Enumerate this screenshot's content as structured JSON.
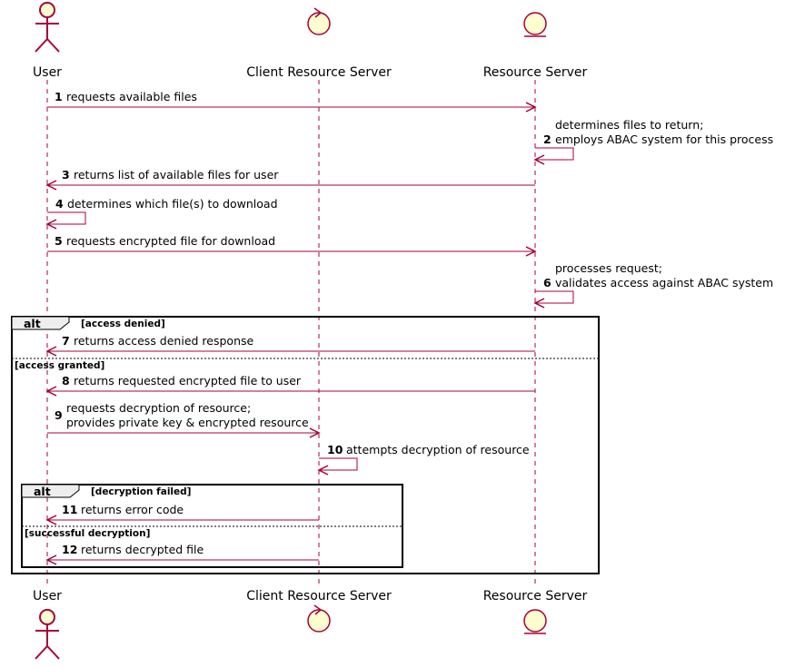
{
  "colors": {
    "line": "#A80036",
    "participant_fill": "#FEFECE",
    "frame": "#000000",
    "text": "#000000"
  },
  "participants": [
    {
      "id": "user",
      "label": "User",
      "kind": "actor",
      "icon": "actor-icon"
    },
    {
      "id": "crs",
      "label": "Client Resource Server",
      "kind": "control",
      "icon": "control-icon"
    },
    {
      "id": "rs",
      "label": "Resource Server",
      "kind": "entity",
      "icon": "entity-icon"
    }
  ],
  "messages": [
    {
      "num": "1",
      "from": "user",
      "to": "rs",
      "lines": [
        "requests available files"
      ]
    },
    {
      "num": "2",
      "from": "rs",
      "to": "rs",
      "lines": [
        "determines files to return;",
        "employs ABAC system for this process"
      ]
    },
    {
      "num": "3",
      "from": "rs",
      "to": "user",
      "lines": [
        "returns list of available files for user"
      ]
    },
    {
      "num": "4",
      "from": "user",
      "to": "user",
      "lines": [
        "determines which file(s) to download"
      ]
    },
    {
      "num": "5",
      "from": "user",
      "to": "rs",
      "lines": [
        "requests encrypted file for download"
      ]
    },
    {
      "num": "6",
      "from": "rs",
      "to": "rs",
      "lines": [
        "processes request;",
        "validates access against ABAC system"
      ]
    },
    {
      "num": "7",
      "from": "rs",
      "to": "user",
      "lines": [
        "returns access denied response"
      ]
    },
    {
      "num": "8",
      "from": "rs",
      "to": "user",
      "lines": [
        "returns requested encrypted file to user"
      ]
    },
    {
      "num": "9",
      "from": "user",
      "to": "crs",
      "lines": [
        "requests decryption of resource;",
        "provides private key & encrypted resource"
      ]
    },
    {
      "num": "10",
      "from": "crs",
      "to": "crs",
      "lines": [
        "attempts decryption of resource"
      ]
    },
    {
      "num": "11",
      "from": "crs",
      "to": "user",
      "lines": [
        "returns error code"
      ]
    },
    {
      "num": "12",
      "from": "crs",
      "to": "user",
      "lines": [
        "returns decrypted file"
      ]
    }
  ],
  "fragments": [
    {
      "tag": "alt",
      "guard": "[access denied]",
      "else_guard": "[access granted]"
    },
    {
      "tag": "alt",
      "guard": "[decryption failed]",
      "else_guard": "[successful decryption]"
    }
  ]
}
